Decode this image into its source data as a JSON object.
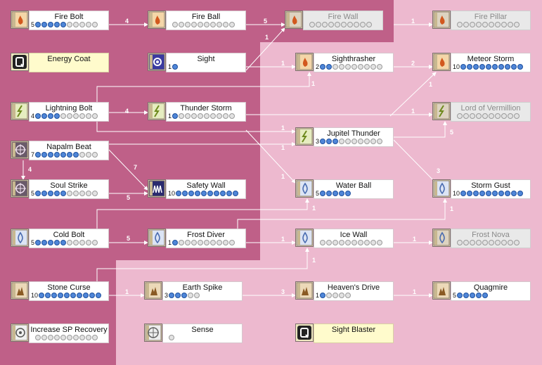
{
  "colors": {
    "background": "#edb9cf",
    "highlight_region": "#bf6088",
    "connector": "#ffffff",
    "level_dot_on": "#4f86d8",
    "level_dot_off": "#e2e2e2",
    "special_panel": "#fffbcc"
  },
  "skills": [
    {
      "id": "fire-bolt",
      "name": "Fire Bolt",
      "level": "5",
      "dots_on": 5,
      "dots_total": 10,
      "icon": "fire-bolt-icon",
      "state": "normal"
    },
    {
      "id": "fire-ball",
      "name": "Fire Ball",
      "level": "",
      "dots_on": 0,
      "dots_total": 10,
      "icon": "fire-ball-icon",
      "state": "normal"
    },
    {
      "id": "fire-wall",
      "name": "Fire Wall",
      "level": "",
      "dots_on": 0,
      "dots_total": 10,
      "icon": "fire-wall-icon",
      "state": "disabled"
    },
    {
      "id": "fire-pillar",
      "name": "Fire Pillar",
      "level": "",
      "dots_on": 0,
      "dots_total": 10,
      "icon": "fire-pillar-icon",
      "state": "disabled"
    },
    {
      "id": "energy-coat",
      "name": "Energy Coat",
      "level": "",
      "dots_on": 0,
      "dots_total": 0,
      "icon": "quest-skill-icon",
      "state": "special"
    },
    {
      "id": "sight",
      "name": "Sight",
      "level": "1",
      "dots_on": 1,
      "dots_total": 1,
      "icon": "sight-icon",
      "state": "normal"
    },
    {
      "id": "sightrasher",
      "name": "Sighthrasher",
      "level": "2",
      "dots_on": 2,
      "dots_total": 10,
      "icon": "sightrasher-icon",
      "state": "normal"
    },
    {
      "id": "meteor-storm",
      "name": "Meteor Storm",
      "level": "10",
      "dots_on": 10,
      "dots_total": 10,
      "icon": "meteor-storm-icon",
      "state": "normal"
    },
    {
      "id": "lightning-bolt",
      "name": "Lightning Bolt",
      "level": "4",
      "dots_on": 4,
      "dots_total": 10,
      "icon": "lightning-bolt-icon",
      "state": "normal"
    },
    {
      "id": "thunder-storm",
      "name": "Thunder Storm",
      "level": "1",
      "dots_on": 1,
      "dots_total": 10,
      "icon": "thunder-storm-icon",
      "state": "normal"
    },
    {
      "id": "lord-of-vermillion",
      "name": "Lord of Vermillion",
      "level": "",
      "dots_on": 0,
      "dots_total": 10,
      "icon": "lord-of-vermillion-icon",
      "state": "disabled"
    },
    {
      "id": "jupitel-thunder",
      "name": "Jupitel Thunder",
      "level": "3",
      "dots_on": 3,
      "dots_total": 10,
      "icon": "jupitel-thunder-icon",
      "state": "normal"
    },
    {
      "id": "napalm-beat",
      "name": "Napalm Beat",
      "level": "7",
      "dots_on": 7,
      "dots_total": 10,
      "icon": "napalm-beat-icon",
      "state": "normal"
    },
    {
      "id": "soul-strike",
      "name": "Soul Strike",
      "level": "5",
      "dots_on": 5,
      "dots_total": 10,
      "icon": "soul-strike-icon",
      "state": "normal"
    },
    {
      "id": "safety-wall",
      "name": "Safety Wall",
      "level": "10",
      "dots_on": 10,
      "dots_total": 10,
      "icon": "safety-wall-icon",
      "state": "normal"
    },
    {
      "id": "water-ball",
      "name": "Water Ball",
      "level": "5",
      "dots_on": 5,
      "dots_total": 5,
      "icon": "water-ball-icon",
      "state": "normal"
    },
    {
      "id": "storm-gust",
      "name": "Storm Gust",
      "level": "10",
      "dots_on": 10,
      "dots_total": 10,
      "icon": "storm-gust-icon",
      "state": "normal"
    },
    {
      "id": "cold-bolt",
      "name": "Cold Bolt",
      "level": "5",
      "dots_on": 5,
      "dots_total": 10,
      "icon": "cold-bolt-icon",
      "state": "normal"
    },
    {
      "id": "frost-diver",
      "name": "Frost Diver",
      "level": "1",
      "dots_on": 1,
      "dots_total": 10,
      "icon": "frost-diver-icon",
      "state": "normal"
    },
    {
      "id": "ice-wall",
      "name": "Ice Wall",
      "level": "",
      "dots_on": 0,
      "dots_total": 10,
      "icon": "ice-wall-icon",
      "state": "normal"
    },
    {
      "id": "frost-nova",
      "name": "Frost Nova",
      "level": "",
      "dots_on": 0,
      "dots_total": 10,
      "icon": "frost-nova-icon",
      "state": "disabled"
    },
    {
      "id": "stone-curse",
      "name": "Stone Curse",
      "level": "10",
      "dots_on": 10,
      "dots_total": 10,
      "icon": "stone-curse-icon",
      "state": "normal"
    },
    {
      "id": "earth-spike",
      "name": "Earth Spike",
      "level": "3",
      "dots_on": 3,
      "dots_total": 5,
      "icon": "earth-spike-icon",
      "state": "normal"
    },
    {
      "id": "heavens-drive",
      "name": "Heaven's Drive",
      "level": "1",
      "dots_on": 1,
      "dots_total": 5,
      "icon": "heavens-drive-icon",
      "state": "normal"
    },
    {
      "id": "quagmire",
      "name": "Quagmire",
      "level": "5",
      "dots_on": 5,
      "dots_total": 5,
      "icon": "quagmire-icon",
      "state": "normal"
    },
    {
      "id": "increase-sp-recovery",
      "name": "Increase SP Recovery",
      "level": "",
      "dots_on": 0,
      "dots_total": 10,
      "icon": "increase-sp-recovery-icon",
      "state": "normal"
    },
    {
      "id": "sense",
      "name": "Sense",
      "level": "",
      "dots_on": 0,
      "dots_total": 1,
      "icon": "sense-icon",
      "state": "normal"
    },
    {
      "id": "sight-blaster",
      "name": "Sight Blaster",
      "level": "",
      "dots_on": 0,
      "dots_total": 0,
      "icon": "quest-skill-icon",
      "state": "special"
    }
  ],
  "requirements": [
    {
      "from": "fire-bolt",
      "to": "fire-ball",
      "level": "4"
    },
    {
      "from": "fire-ball",
      "to": "fire-wall",
      "level": "5"
    },
    {
      "from": "sight",
      "to": "fire-wall",
      "level": "1"
    },
    {
      "from": "fire-wall",
      "to": "fire-pillar",
      "level": "1"
    },
    {
      "from": "sight",
      "to": "sightrasher",
      "level": "1"
    },
    {
      "from": "sightrasher",
      "to": "meteor-storm",
      "level": "2"
    },
    {
      "from": "lightning-bolt",
      "to": "sightrasher",
      "level": "1"
    },
    {
      "from": "thunder-storm",
      "to": "meteor-storm",
      "level": "1"
    },
    {
      "from": "lightning-bolt",
      "to": "thunder-storm",
      "level": "4"
    },
    {
      "from": "thunder-storm",
      "to": "lord-of-vermillion",
      "level": "1"
    },
    {
      "from": "lightning-bolt",
      "to": "jupitel-thunder",
      "level": "1"
    },
    {
      "from": "napalm-beat",
      "to": "jupitel-thunder",
      "level": "1"
    },
    {
      "from": "jupitel-thunder",
      "to": "lord-of-vermillion",
      "level": "5"
    },
    {
      "from": "napalm-beat",
      "to": "soul-strike",
      "level": "4"
    },
    {
      "from": "napalm-beat",
      "to": "safety-wall",
      "level": "7"
    },
    {
      "from": "soul-strike",
      "to": "safety-wall",
      "level": "5"
    },
    {
      "from": "thunder-storm",
      "to": "water-ball",
      "level": "1"
    },
    {
      "from": "cold-bolt",
      "to": "water-ball",
      "level": "1"
    },
    {
      "from": "jupitel-thunder",
      "to": "storm-gust",
      "level": "3"
    },
    {
      "from": "frost-diver",
      "to": "storm-gust",
      "level": "1"
    },
    {
      "from": "cold-bolt",
      "to": "frost-diver",
      "level": "5"
    },
    {
      "from": "frost-diver",
      "to": "ice-wall",
      "level": "1"
    },
    {
      "from": "ice-wall",
      "to": "frost-nova",
      "level": "1"
    },
    {
      "from": "stone-curse",
      "to": "ice-wall",
      "level": "1"
    },
    {
      "from": "stone-curse",
      "to": "earth-spike",
      "level": "1"
    },
    {
      "from": "earth-spike",
      "to": "heavens-drive",
      "level": "3"
    },
    {
      "from": "heavens-drive",
      "to": "quagmire",
      "level": "1"
    }
  ]
}
